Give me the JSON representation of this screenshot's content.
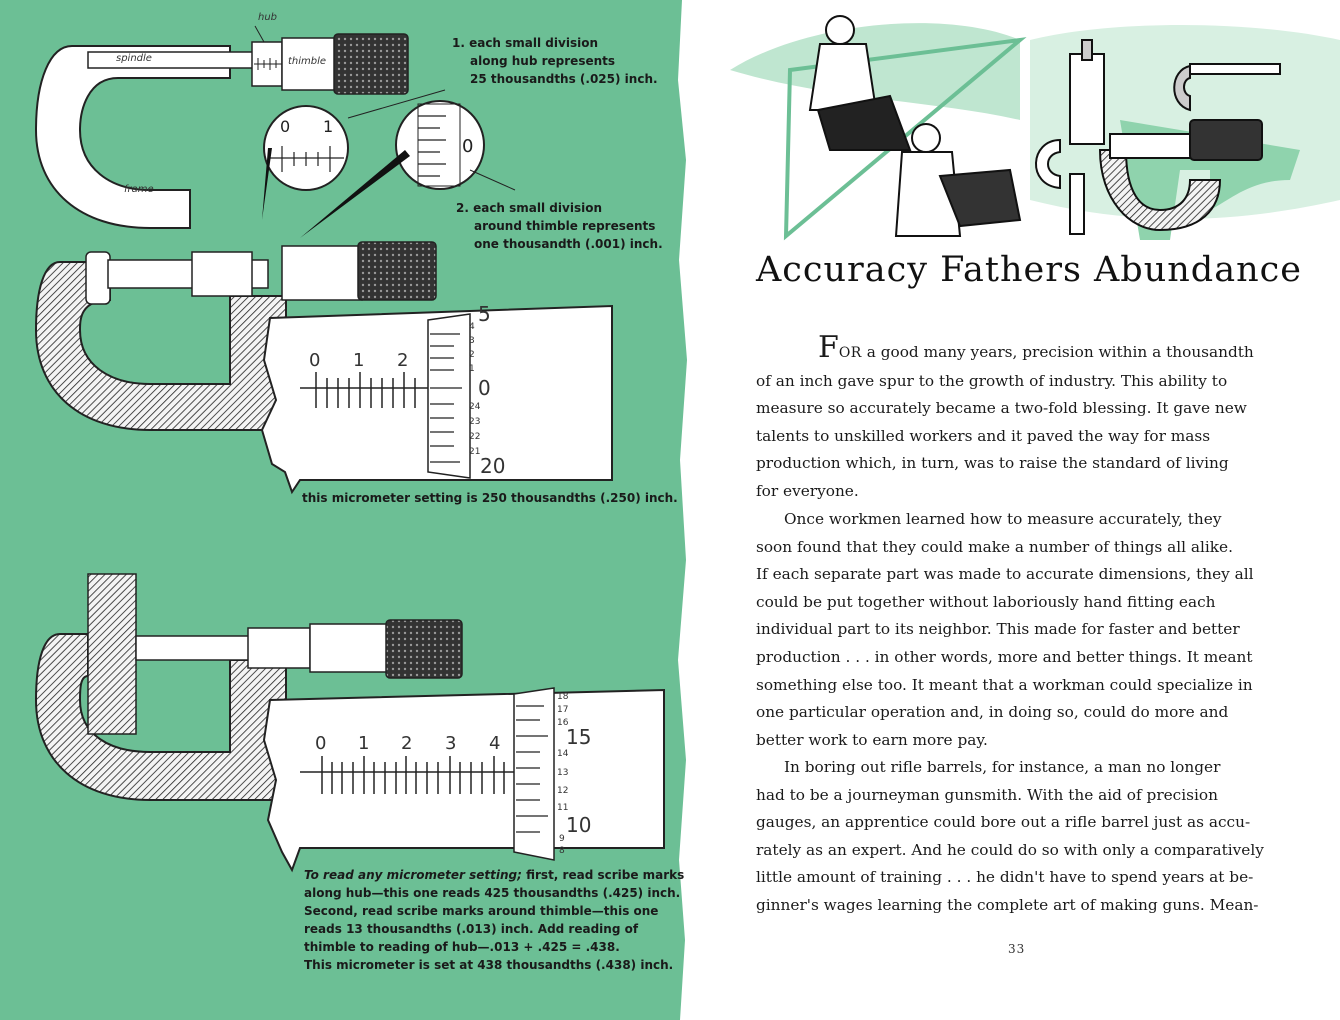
{
  "left_page": {
    "labels": {
      "hub": "hub",
      "spindle": "spindle",
      "thimble": "thimble",
      "frame": "frame"
    },
    "captions": {
      "note1": [
        "1. each small division",
        "along hub represents",
        "25 thousandths (.025) inch."
      ],
      "note2": [
        "2. each small division",
        "around thimble represents",
        "one thousandth (.001) inch."
      ],
      "setting1": "this micrometer setting is 250 thousandths (.250) inch.",
      "reading_lead": "To read any micrometer setting;",
      "reading_lines": [
        " first, read scribe marks",
        "along hub—this one reads 425 thousandths (.425) inch.",
        "Second, read scribe marks around thimble—this one",
        "reads 13 thousandths (.013) inch. Add reading of",
        "thimble to reading of hub—.013 + .425 = .438.",
        "This micrometer is set at 438 thousandths (.438) inch."
      ]
    },
    "scale1": {
      "hub_numbers": [
        "0",
        "1",
        "2"
      ],
      "thimble_numbers": [
        "5",
        "4",
        "3",
        "2",
        "1",
        "0",
        "24",
        "23",
        "22",
        "21",
        "20"
      ]
    },
    "scale2": {
      "hub_numbers": [
        "0",
        "1",
        "2",
        "3",
        "4"
      ],
      "thimble_numbers": [
        "18",
        "17",
        "16",
        "15",
        "14",
        "13",
        "12",
        "11",
        "10",
        "9",
        "8"
      ]
    },
    "colors": {
      "green": "#6cbf95",
      "ink": "#1a1a1a"
    }
  },
  "right_page": {
    "title": "Accuracy Fathers Abundance",
    "p1_dropcap": "F",
    "p1_smallcap": "OR",
    "p1_lines": [
      " a good many years, precision within a thousandth",
      "of an inch gave spur to the growth of industry. This ability to",
      "measure so accurately became a two-fold blessing. It gave new",
      "talents to unskilled workers and it paved the way for mass",
      "production which, in turn, was to raise the standard of living",
      "for everyone."
    ],
    "p2_lines": [
      "Once workmen learned how to measure accurately, they",
      "soon found that they could make a number of things all alike.",
      "If each separate part was made to accurate dimensions, they all",
      "could be put together without laboriously hand fitting each",
      "individual part to its neighbor. This made for faster and better",
      "production . . . in other words, more and better things. It meant",
      "something else too. It meant that a workman could specialize in",
      "one particular operation and, in doing so, could do more and",
      "better work to earn more pay."
    ],
    "p3_lines": [
      "In boring out rifle barrels, for instance, a man no longer",
      "had to be a journeyman gunsmith. With the aid of precision",
      "gauges, an apprentice could bore out a rifle barrel just as accu-",
      "rately as an expert. And he could do so with only a comparatively",
      "little amount of training . . . he didn't have to spend years at be-",
      "ginner's wages learning the complete art of making guns. Mean-"
    ],
    "page_number": "33"
  }
}
